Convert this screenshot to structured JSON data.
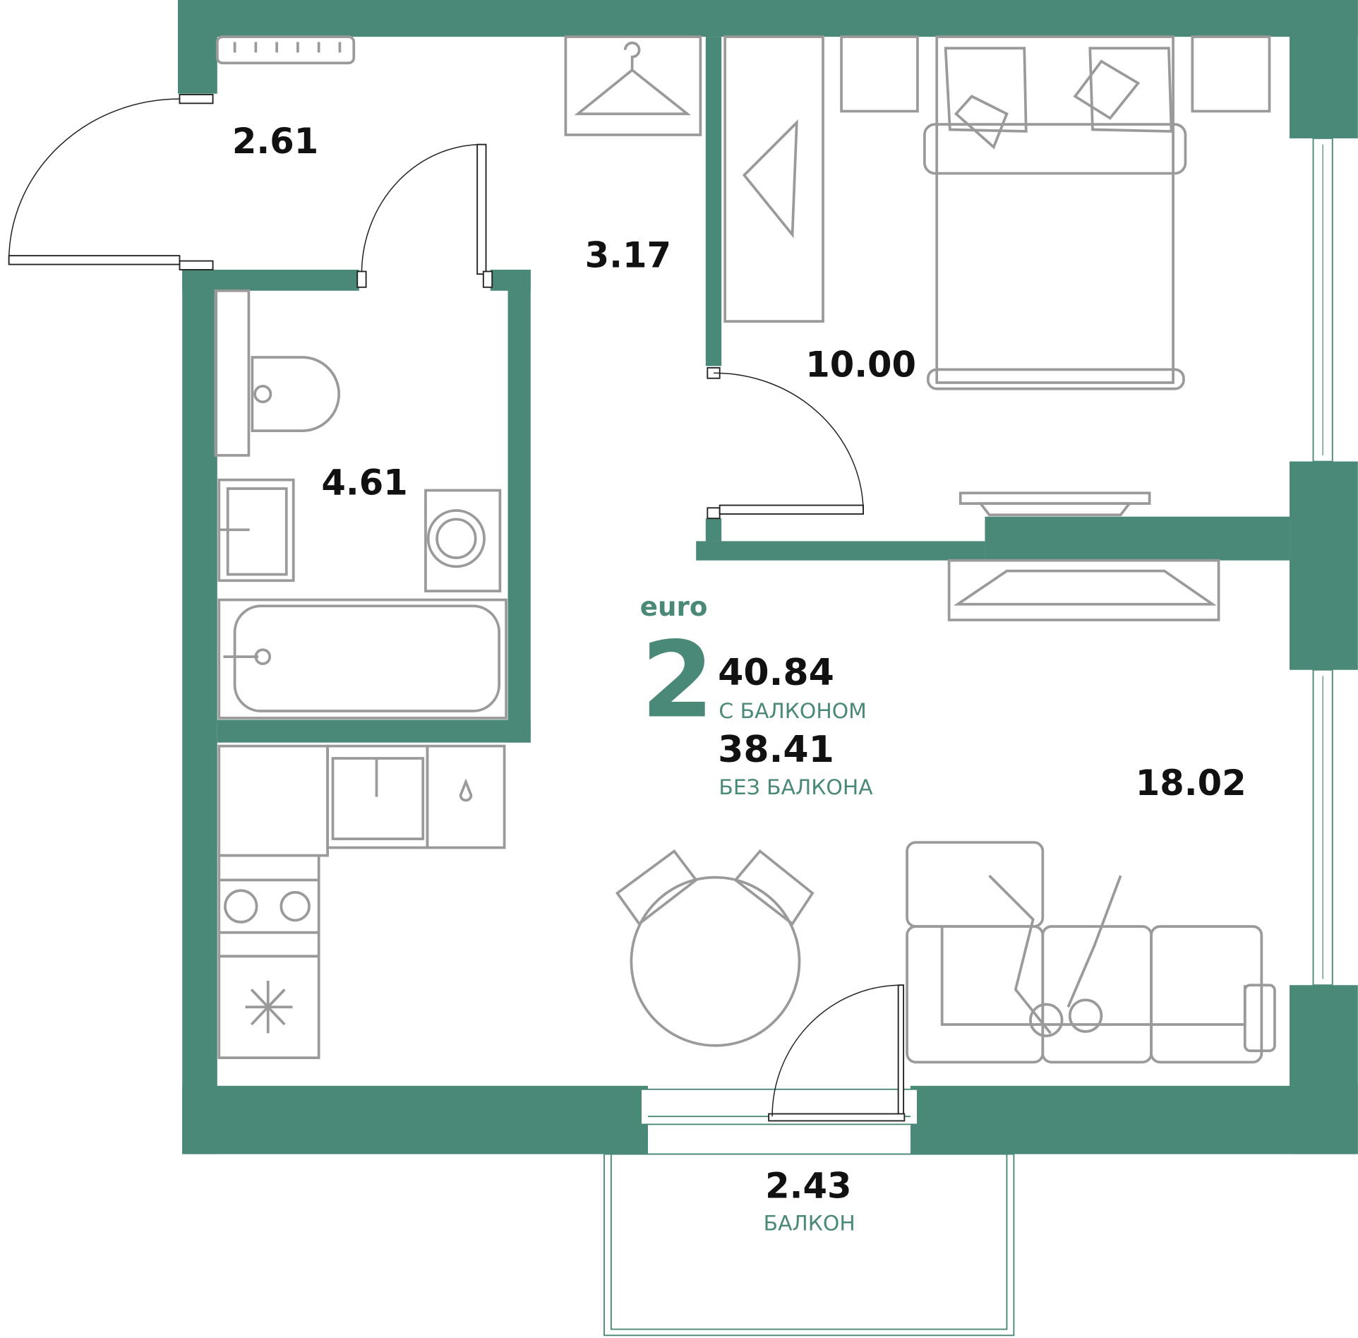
{
  "plan": {
    "rooms_label": "euro",
    "rooms_count": "2",
    "total_with_balcony": "40.84",
    "with_balcony_label": "С БАЛКОНОМ",
    "total_without_balcony": "38.41",
    "without_balcony_label": "БЕЗ БАЛКОНА",
    "areas": {
      "vestibule": "2.61",
      "hallway": "3.17",
      "bedroom": "10.00",
      "bathroom": "4.61",
      "living_kitchen": "18.02",
      "balcony": "2.43"
    },
    "balcony_label": "БАЛКОН",
    "colors": {
      "wall": "#4a8878",
      "furniture": "#9a9a9a"
    }
  }
}
